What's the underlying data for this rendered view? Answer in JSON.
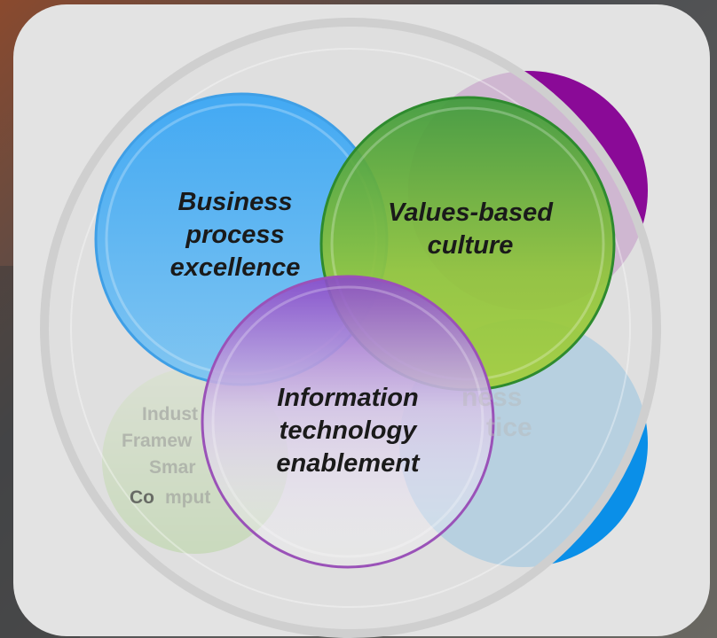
{
  "diagram": {
    "circles": [
      {
        "id": "business-process",
        "label": "Business process excellence",
        "lines": [
          "Business",
          "process",
          "excellence"
        ],
        "color": "#4aa8ee"
      },
      {
        "id": "values-culture",
        "label": "Values-based culture",
        "lines": [
          "Values-based",
          "culture"
        ],
        "color": "#8cc43c"
      },
      {
        "id": "information-technology",
        "label": "Information technology enablement",
        "lines": [
          "Information",
          "technology",
          "enablement"
        ],
        "color": "#b080cf"
      }
    ]
  },
  "background_text": {
    "left_fragments": [
      "Indust",
      "Framew",
      "Smar",
      "Co",
      "mput"
    ],
    "right_fragments": [
      "ness",
      "tice"
    ]
  },
  "colors": {
    "panel": "#e3e3e3",
    "purple_disc": "#8a0a97",
    "blue_disc": "#0a8fe8",
    "green_disc": "#7ecb2c",
    "circle_outline_blue": "#3f9fe6",
    "circle_outline_green": "#2e8b2e",
    "circle_outline_purple": "#9a52b8"
  }
}
